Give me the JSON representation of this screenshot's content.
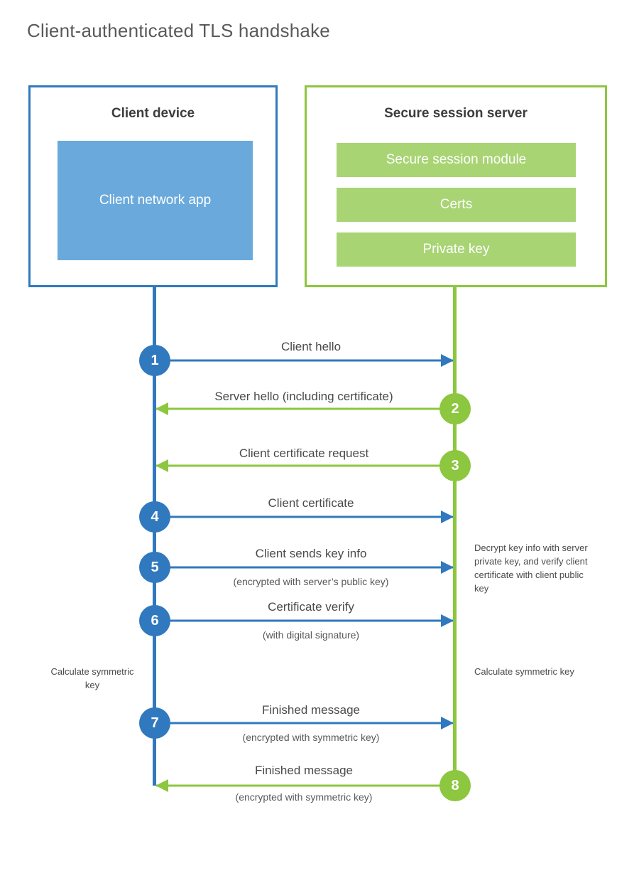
{
  "title": "Client-authenticated TLS handshake",
  "colors": {
    "client_blue": "#3079be",
    "client_app_blue": "#6aa9dc",
    "server_green": "#8dc63f",
    "server_bar_green": "#a8d474",
    "text": "#4a4a4a"
  },
  "actors": {
    "client": {
      "title": "Client device",
      "app_label": "Client network app"
    },
    "server": {
      "title": "Secure session server",
      "modules": [
        {
          "label": "Secure session module"
        },
        {
          "label": "Certs"
        },
        {
          "label": "Private key"
        }
      ]
    }
  },
  "steps": [
    {
      "number": "1",
      "label": "Client hello",
      "sub": "",
      "direction": "client-to-server",
      "color": "blue"
    },
    {
      "number": "2",
      "label": "Server hello (including certificate)",
      "sub": "",
      "direction": "server-to-client",
      "color": "green"
    },
    {
      "number": "3",
      "label": "Client certificate request",
      "sub": "",
      "direction": "server-to-client",
      "color": "green"
    },
    {
      "number": "4",
      "label": "Client certificate",
      "sub": "",
      "direction": "client-to-server",
      "color": "blue"
    },
    {
      "number": "5",
      "label": "Client sends key info",
      "sub": "(encrypted with server’s public key)",
      "direction": "client-to-server",
      "color": "blue"
    },
    {
      "number": "6",
      "label": "Certificate verify",
      "sub": "(with digital signature)",
      "direction": "client-to-server",
      "color": "blue"
    },
    {
      "number": "7",
      "label": "Finished message",
      "sub": "(encrypted with symmetric key)",
      "direction": "client-to-server",
      "color": "blue"
    },
    {
      "number": "8",
      "label": "Finished message",
      "sub": "(encrypted with symmetric key)",
      "direction": "server-to-client",
      "color": "green"
    }
  ],
  "notes": {
    "decrypt": "Decrypt key info with server private key, and verify client certificate with client public key",
    "calculate_client": "Calculate symmetric key",
    "calculate_server": "Calculate symmetric key"
  }
}
